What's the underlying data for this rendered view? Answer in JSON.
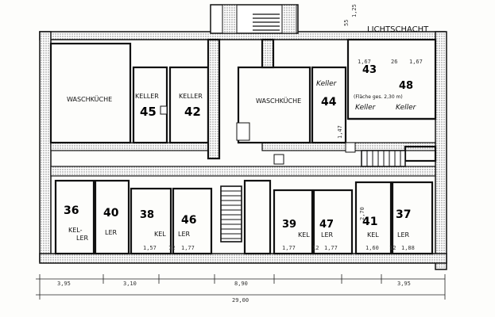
{
  "diagram": {
    "header_label": "LICHTSCHACHT",
    "rooms": {
      "waschkueche_left": "WASCHKÜCHE",
      "keller_45_label": "KELLER",
      "keller_45_num": "45",
      "keller_42_label": "KELLER",
      "keller_42_num": "42",
      "waschkueche_mid": "WASCHKÜCHE",
      "keller_44_label": "Keller",
      "keller_44_num": "44",
      "keller_43_num": "43",
      "keller_48_num": "48",
      "keller_43_label": "Keller",
      "keller_48_label": "Keller",
      "note_right": "(Fläche ges. 2,30 m)",
      "r36_num": "36",
      "r36_a": "KEL-",
      "r36_b": "LER",
      "r40_num": "40",
      "r40_b": "LER",
      "r38_num": "38",
      "r38_a": "KEL",
      "r46_num": "46",
      "r46_b": "LER",
      "r39_num": "39",
      "r39_a": "KEL",
      "r47_num": "47",
      "r47_b": "LER",
      "r41_num": "41",
      "r41_a": "KEL",
      "r37_num": "37",
      "r37_b": "LER"
    },
    "dimensions": {
      "top_a": "1,67",
      "top_b": "26",
      "top_c": "1,67",
      "top_vert": "55",
      "top_vert2": "1,25",
      "mid_vert": "1,47",
      "bot_1": "1,57",
      "bot_2": "12",
      "bot_3": "1,77",
      "bot_4": "1,77",
      "bot_5": "12",
      "bot_6": "1,77",
      "bot_7": "1,60",
      "bot_8": "12",
      "bot_9": "1,88",
      "ext_1": "3,95",
      "ext_2": "3,10",
      "ext_3": "8,90",
      "ext_4": "3,95",
      "overall": "29,00",
      "side_vert": "2,70"
    }
  }
}
